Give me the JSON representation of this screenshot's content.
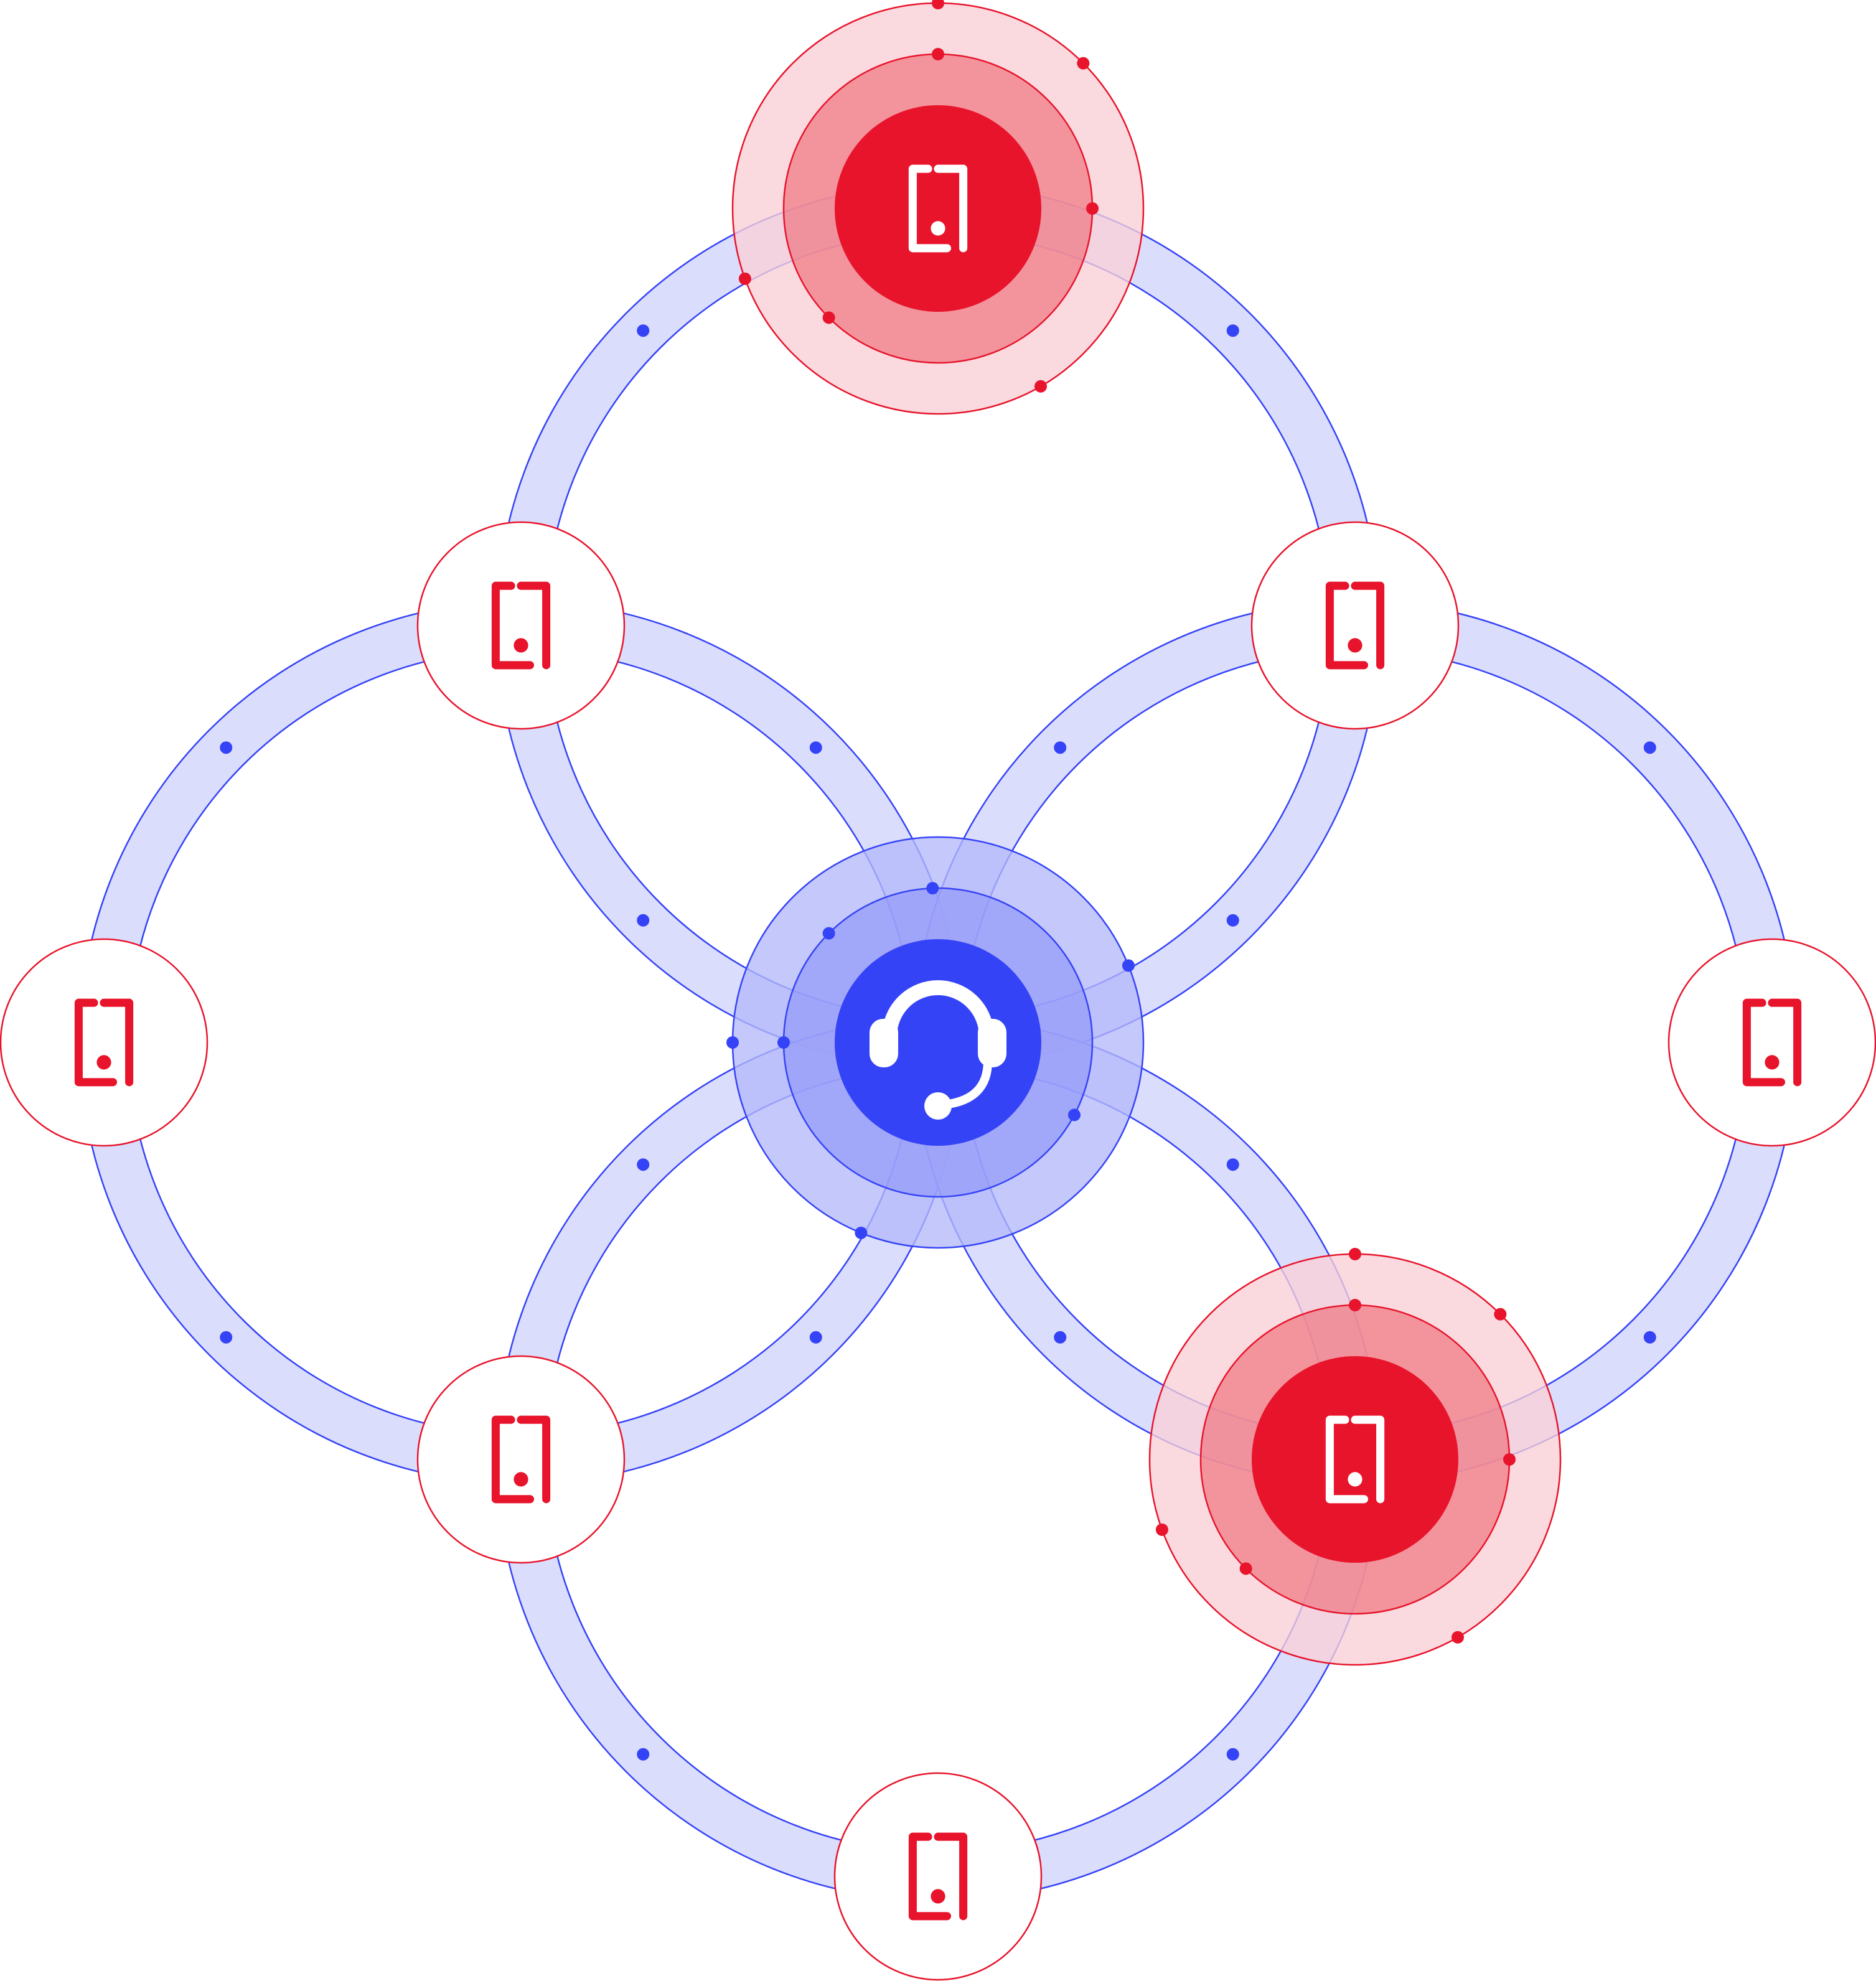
{
  "colors": {
    "blue": "#3543F7",
    "blue_ring_fill": "#D5D7FC",
    "blue_halo_outer": "#B3B8FA",
    "blue_halo_inner": "#9399F8",
    "red": "#E8142C",
    "red_halo_outer": "#F9D0D6",
    "red_halo_inner": "#F07680",
    "white": "#FFFFFF"
  },
  "icons": {
    "hub": "headset-icon",
    "device": "smartphone-icon"
  },
  "diagram": {
    "hub": {
      "id": "support-hub",
      "icon": "headset-icon"
    },
    "rings": [
      "ring-top",
      "ring-left",
      "ring-right",
      "ring-bottom"
    ],
    "devices": [
      {
        "id": "device-top",
        "state": "active"
      },
      {
        "id": "device-upper-left",
        "state": "idle"
      },
      {
        "id": "device-upper-right",
        "state": "idle"
      },
      {
        "id": "device-left",
        "state": "idle"
      },
      {
        "id": "device-right",
        "state": "idle"
      },
      {
        "id": "device-lower-left",
        "state": "idle"
      },
      {
        "id": "device-lower-right",
        "state": "active"
      },
      {
        "id": "device-bottom",
        "state": "idle"
      }
    ]
  }
}
